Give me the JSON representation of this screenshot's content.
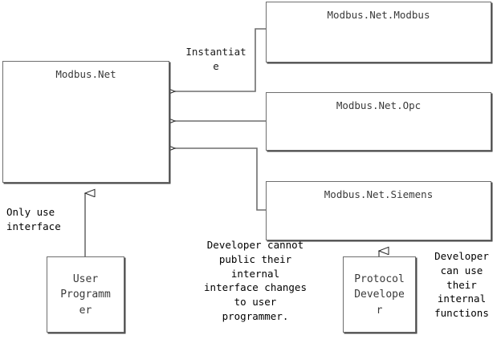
{
  "diagram": {
    "title": "Modbus.Net architecture diagram",
    "line_color": "#6e6e6e",
    "shadow_color": "#4a4a4a",
    "text_color": "#3a3a3a",
    "note_color": "#000000",
    "background": "#ffffff",
    "nodes": {
      "core": {
        "label": "Modbus.Net"
      },
      "modbus": {
        "label": "Modbus.Net.Modbus"
      },
      "opc": {
        "label": "Modbus.Net.Opc"
      },
      "siemens": {
        "label": "Modbus.Net.Siemens"
      },
      "user_programmer": {
        "label": "User\nProgramm\ner"
      },
      "protocol_developer": {
        "label": "Protocol\nDevelope\nr"
      }
    },
    "edge_labels": {
      "instantiate": "Instantiat\ne",
      "only_use_interface": "Only use\ninterface"
    },
    "notes": {
      "center": "Developer cannot\npublic their\ninternal\ninterface changes\nto user\nprogrammer.",
      "right": "Developer\ncan use\ntheir\ninternal\nfunctions"
    }
  }
}
